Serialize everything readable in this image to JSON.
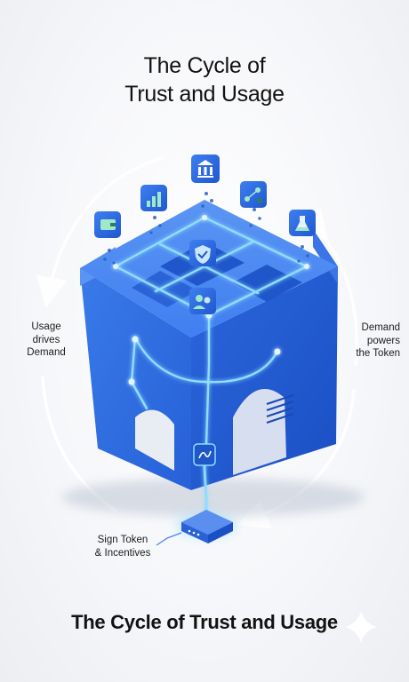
{
  "title_top": [
    "The Cycle of",
    "Trust and Usage"
  ],
  "labels": {
    "usage": [
      "Usage",
      "drives",
      "Demand"
    ],
    "demand": [
      "Demand",
      "powers",
      "the Token"
    ],
    "sign": [
      "Sign Token",
      "& Incentives"
    ]
  },
  "title_bottom": "The Cycle of Trust and Usage",
  "icons": [
    "wallet-icon",
    "bar-chart-icon",
    "bank-icon",
    "network-icon",
    "flask-icon",
    "shield-check-icon",
    "people-icon",
    "signature-icon"
  ],
  "colors": {
    "block": "#2f6fe4",
    "glow": "#7fd4ff",
    "text": "#121212"
  }
}
